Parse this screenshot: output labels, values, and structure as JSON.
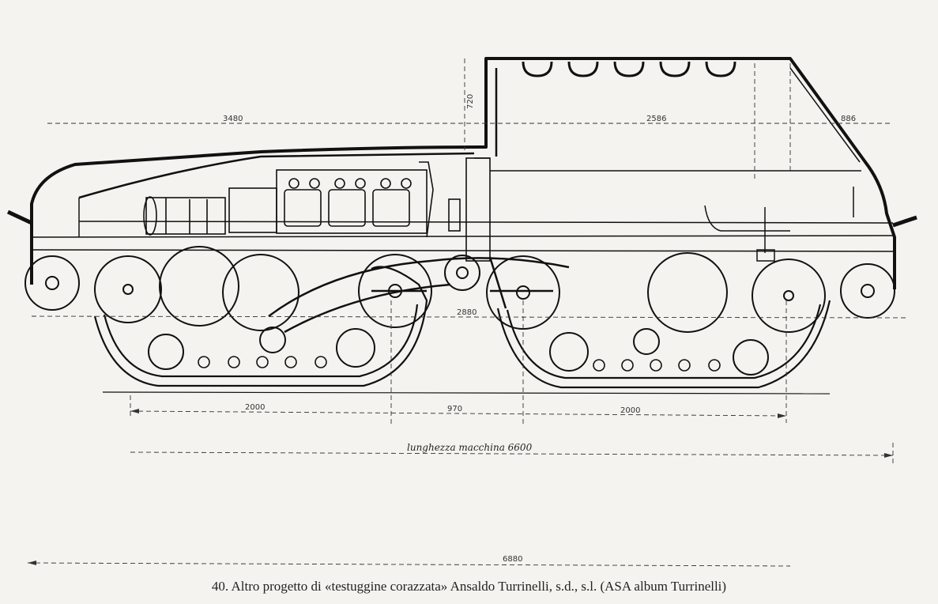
{
  "caption": "40. Altro progetto di «testuggine corazzata» Ansaldo Turrinelli, s.d., s.l. (ASA album Turrinelli)",
  "dimensions": {
    "front_length": "3480",
    "turret_height": "720",
    "turret_length": "2586",
    "rear_length": "886",
    "axle_span": "2880",
    "bogie_front": "2000",
    "bogie_gap": "970",
    "bogie_rear": "2000",
    "machine_length": "lunghezza macchina 6600",
    "overall_length": "6880"
  }
}
